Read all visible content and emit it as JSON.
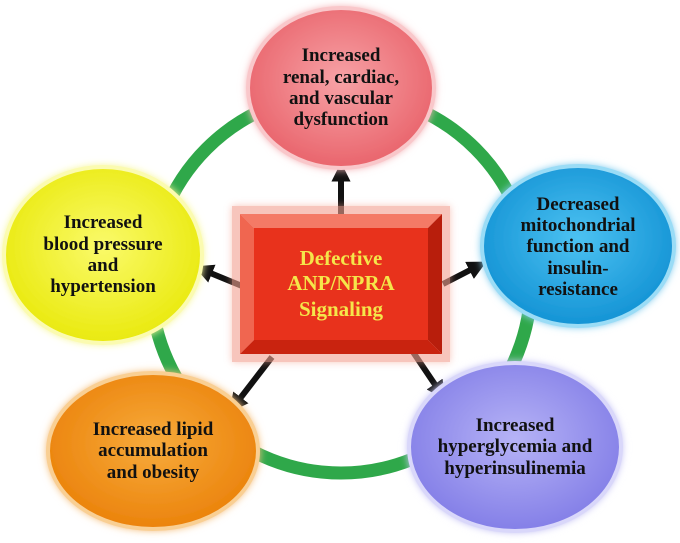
{
  "diagram": {
    "center": {
      "label": "Defective\nANP/NPRA\nSignaling",
      "fill_color": "#e8321c",
      "text_color": "#f5e64a"
    },
    "ring_color": "#2fa84a",
    "arrow_color": "#111111",
    "nodes": [
      {
        "id": "renal",
        "label": "Increased\nrenal, cardiac,\nand vascular\ndysfunction",
        "color": "#f07c82"
      },
      {
        "id": "mito",
        "label": "Decreased\nmitochondrial\nfunction and\ninsulin-\nresistance",
        "color": "#1ca8e6"
      },
      {
        "id": "hyper",
        "label": "Increased\nhyperglycemia and\nhyperinsulinemia",
        "color": "#9a96f0"
      },
      {
        "id": "lipid",
        "label": "Increased lipid\naccumulation\nand obesity",
        "color": "#f2931a"
      },
      {
        "id": "bp",
        "label": "Increased\nblood pressure\nand\nhypertension",
        "color": "#f2f21a"
      }
    ]
  }
}
